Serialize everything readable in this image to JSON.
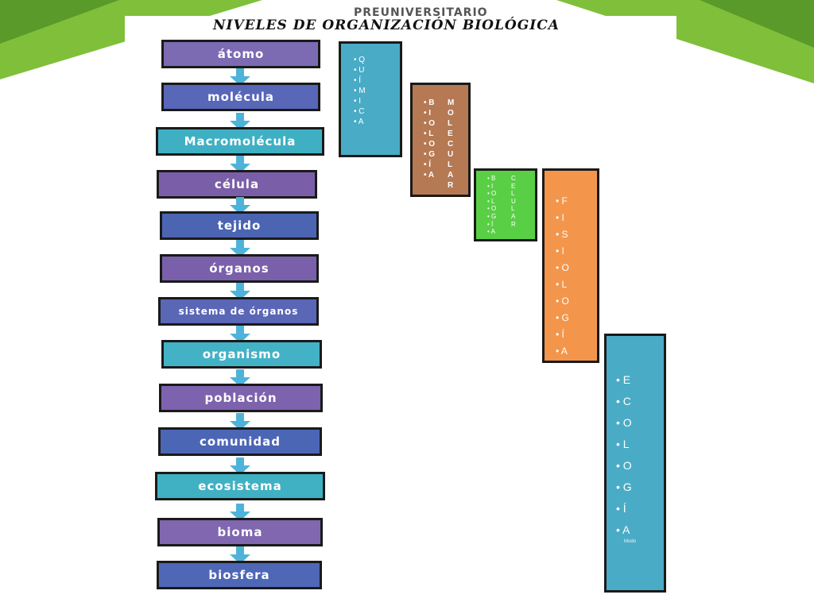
{
  "header_ghost": "PREUNIVERSITARIO",
  "title": "NIVELES DE ORGANIZACIÓN BIOLÓGICA",
  "levels": [
    {
      "label": "átomo",
      "color": "#7c6bb3"
    },
    {
      "label": "molécula",
      "color": "#5867b8"
    },
    {
      "label": "Macromolécula",
      "color": "#3fb0c4"
    },
    {
      "label": "célula",
      "color": "#7b5ea8"
    },
    {
      "label": "tejido",
      "color": "#4b65b3"
    },
    {
      "label": "órganos",
      "color": "#7a60aa"
    },
    {
      "label": "sistema de órganos",
      "color": "#5a66b6"
    },
    {
      "label": "organismo",
      "color": "#43b2c6"
    },
    {
      "label": "población",
      "color": "#7d62ad"
    },
    {
      "label": "comunidad",
      "color": "#4c66b6"
    },
    {
      "label": "ecosistema",
      "color": "#3fb1c3"
    },
    {
      "label": "bioma",
      "color": "#8067b0"
    },
    {
      "label": "biosfera",
      "color": "#4f67b7"
    }
  ],
  "panels": {
    "quimica": {
      "color": "#4aabc6",
      "letters": [
        "Q",
        "U",
        "Í",
        "M",
        "I",
        "C",
        "A"
      ]
    },
    "biologia_molecular": {
      "color": "#b57953",
      "col1": [
        "B",
        "I",
        "O",
        "L",
        "O",
        "G",
        "Í",
        "A"
      ],
      "col2": [
        "M",
        "O",
        "L",
        "E",
        "C",
        "U",
        "L",
        "A",
        "R"
      ]
    },
    "biologia_celular": {
      "color": "#59cf45",
      "col1": [
        "B",
        "I",
        "O",
        "L",
        "O",
        "G",
        "Í",
        "A"
      ],
      "col2": [
        "C",
        "E",
        "L",
        "U",
        "L",
        "A",
        "R"
      ]
    },
    "fisiologia": {
      "color": "#f3964b",
      "letters": [
        "F",
        "I",
        "S",
        "I",
        "O",
        "L",
        "O",
        "G",
        "Í",
        "A"
      ]
    },
    "ecologia": {
      "color": "#4aabc6",
      "letters": [
        "E",
        "C",
        "O",
        "L",
        "O",
        "G",
        "Í",
        "A"
      ],
      "footnote": "Modo"
    }
  }
}
